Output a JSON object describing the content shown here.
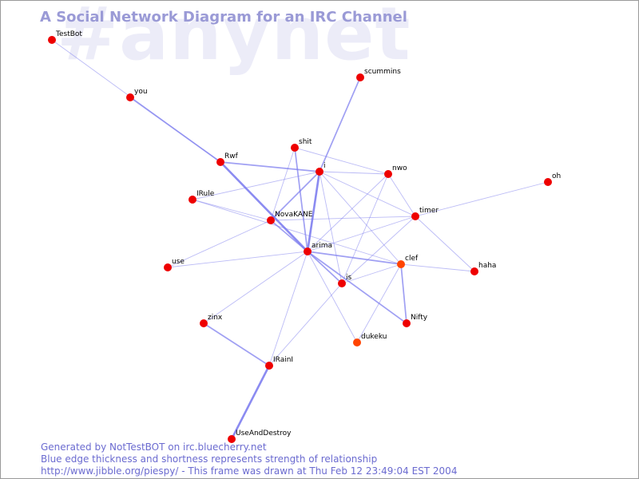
{
  "watermark": "#anynet",
  "title": "A Social Network Diagram for an IRC Channel",
  "footer": {
    "line1": "Generated by NotTestBOT on irc.bluecherry.net",
    "line2": "Blue edge thickness and shortness represents strength of relationship",
    "line3": "http://www.jibble.org/piespy/ - This frame was drawn at Thu Feb 12 23:49:04 EST 2004"
  },
  "colors": {
    "node": "#ee0000",
    "node_alt": "#ff4400",
    "edge": "#7777ee",
    "title": "#9a9ad6",
    "watermark": "#ececf8",
    "footer": "#6b6bd0"
  },
  "nodes": [
    {
      "id": "TestBot",
      "label": "TestBot"
    },
    {
      "id": "you",
      "label": "you"
    },
    {
      "id": "scummins",
      "label": "scummins"
    },
    {
      "id": "shit",
      "label": "shit"
    },
    {
      "id": "Rwf",
      "label": "Rwf"
    },
    {
      "id": "i",
      "label": "i"
    },
    {
      "id": "nwo",
      "label": "nwo"
    },
    {
      "id": "oh",
      "label": "oh"
    },
    {
      "id": "IRule",
      "label": "IRule"
    },
    {
      "id": "NovaKANE",
      "label": "NovaKANE"
    },
    {
      "id": "timer",
      "label": "timer"
    },
    {
      "id": "arima",
      "label": "arima"
    },
    {
      "id": "use",
      "label": "use"
    },
    {
      "id": "clef",
      "label": "clef"
    },
    {
      "id": "haha",
      "label": "haha"
    },
    {
      "id": "is",
      "label": "is"
    },
    {
      "id": "zinx",
      "label": "zinx"
    },
    {
      "id": "Nifty",
      "label": "Nifty"
    },
    {
      "id": "dukeku",
      "label": "dukeku"
    },
    {
      "id": "IRainI",
      "label": "IRainI"
    },
    {
      "id": "UseAndDestroy",
      "label": "UseAndDestroy"
    }
  ],
  "edges": [
    {
      "source": "TestBot",
      "target": "Rwf",
      "weight": 1
    },
    {
      "source": "you",
      "target": "Rwf",
      "weight": 2
    },
    {
      "source": "Rwf",
      "target": "arima",
      "weight": 3
    },
    {
      "source": "Rwf",
      "target": "i",
      "weight": 2
    },
    {
      "source": "scummins",
      "target": "i",
      "weight": 2
    },
    {
      "source": "shit",
      "target": "arima",
      "weight": 2
    },
    {
      "source": "shit",
      "target": "nwo",
      "weight": 1
    },
    {
      "source": "shit",
      "target": "NovaKANE",
      "weight": 1
    },
    {
      "source": "i",
      "target": "nwo",
      "weight": 1
    },
    {
      "source": "i",
      "target": "NovaKANE",
      "weight": 2
    },
    {
      "source": "i",
      "target": "arima",
      "weight": 3
    },
    {
      "source": "i",
      "target": "IRule",
      "weight": 1
    },
    {
      "source": "i",
      "target": "timer",
      "weight": 1
    },
    {
      "source": "i",
      "target": "clef",
      "weight": 1
    },
    {
      "source": "i",
      "target": "is",
      "weight": 1
    },
    {
      "source": "nwo",
      "target": "timer",
      "weight": 1
    },
    {
      "source": "nwo",
      "target": "arima",
      "weight": 1
    },
    {
      "source": "nwo",
      "target": "is",
      "weight": 1
    },
    {
      "source": "oh",
      "target": "timer",
      "weight": 1
    },
    {
      "source": "IRule",
      "target": "NovaKANE",
      "weight": 1
    },
    {
      "source": "IRule",
      "target": "clef",
      "weight": 1
    },
    {
      "source": "NovaKANE",
      "target": "arima",
      "weight": 2
    },
    {
      "source": "NovaKANE",
      "target": "timer",
      "weight": 1
    },
    {
      "source": "NovaKANE",
      "target": "use",
      "weight": 1
    },
    {
      "source": "timer",
      "target": "arima",
      "weight": 1
    },
    {
      "source": "timer",
      "target": "haha",
      "weight": 1
    },
    {
      "source": "timer",
      "target": "is",
      "weight": 1
    },
    {
      "source": "arima",
      "target": "use",
      "weight": 1
    },
    {
      "source": "arima",
      "target": "clef",
      "weight": 2
    },
    {
      "source": "arima",
      "target": "is",
      "weight": 2
    },
    {
      "source": "arima",
      "target": "Nifty",
      "weight": 2
    },
    {
      "source": "arima",
      "target": "dukeku",
      "weight": 1
    },
    {
      "source": "arima",
      "target": "zinx",
      "weight": 1
    },
    {
      "source": "arima",
      "target": "IRainI",
      "weight": 1
    },
    {
      "source": "clef",
      "target": "haha",
      "weight": 1
    },
    {
      "source": "clef",
      "target": "Nifty",
      "weight": 2
    },
    {
      "source": "clef",
      "target": "dukeku",
      "weight": 1
    },
    {
      "source": "clef",
      "target": "is",
      "weight": 1
    },
    {
      "source": "is",
      "target": "IRainI",
      "weight": 1
    },
    {
      "source": "zinx",
      "target": "IRainI",
      "weight": 2
    },
    {
      "source": "IRainI",
      "target": "UseAndDestroy",
      "weight": 3
    }
  ]
}
